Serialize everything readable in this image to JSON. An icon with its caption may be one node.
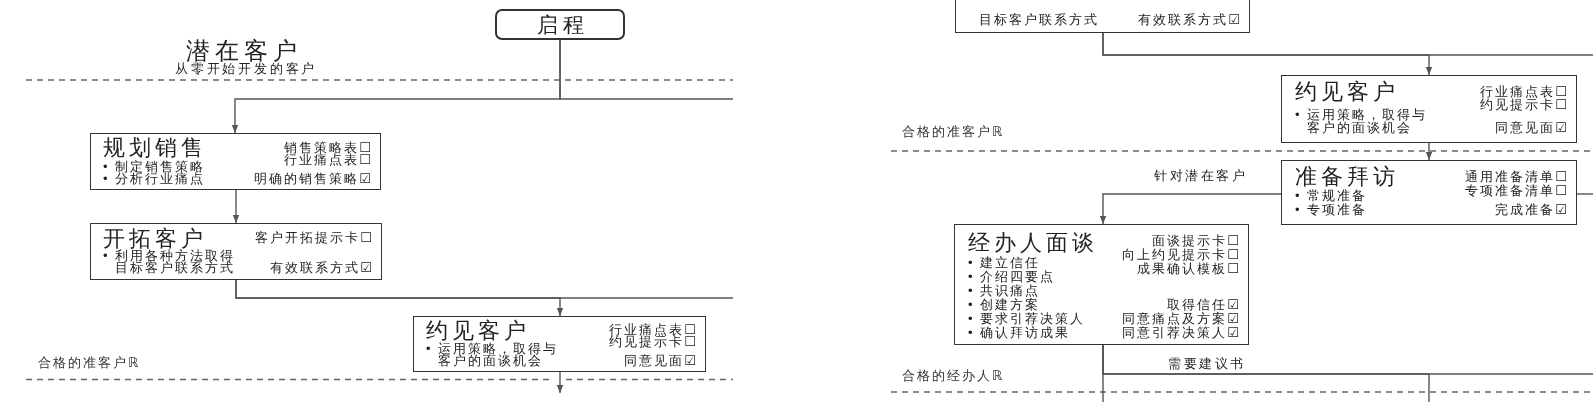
{
  "diagram": {
    "nodes": [
      {
        "text": [
          "启程"
        ]
      },
      {
        "text": [
          "规划销售",
          "• 制定销售策略",
          "• 分析行业痛点",
          "销售策略表☐",
          "行业痛点表☐",
          "明确的销售策略☑"
        ]
      },
      {
        "text": [
          "开拓客户",
          "• 利用各种方法取得目标客户联系方式",
          "客户开拓提示卡☐",
          "有效联系方式☑"
        ]
      },
      {
        "text": [
          "约见客户",
          "• 运用策略，取得与客户的面谈机会",
          "行业痛点表☐",
          "约见提示卡☐",
          "同意见面☑"
        ]
      },
      {
        "text": [
          "目标客户联系方式",
          "有效联系方式☑"
        ]
      },
      {
        "text": [
          "约见客户",
          "• 运用策略，取得与客户的面谈机会",
          "行业痛点表☐",
          "约见提示卡☐",
          "同意见面☑"
        ]
      },
      {
        "text": [
          "准备拜访",
          "• 常规准备",
          "• 专项准备",
          "通用准备清单☐",
          "专项准备清单☐",
          "完成准备☑"
        ]
      },
      {
        "text": [
          "经办人面谈",
          "• 建立信任",
          "• 介绍四要点",
          "• 共识痛点",
          "• 创建方案",
          "• 要求引荐决策人",
          "• 确认拜访成果",
          "面谈提示卡☐",
          "向上约见提示卡☐",
          "成果确认模板☐",
          "取得信任☑",
          "同意痛点及方案☑",
          "同意引荐决策人☑"
        ]
      }
    ],
    "edges": [
      {
        "from": 0,
        "to": 1,
        "arrow": "to"
      },
      {
        "from": 0,
        "to": null,
        "arrow": "none"
      },
      {
        "from": 1,
        "to": 2,
        "arrow": "to"
      },
      {
        "from": 2,
        "to": 3,
        "arrow": "to"
      },
      {
        "from": 2,
        "to": null,
        "arrow": "none"
      },
      {
        "from": 3,
        "to": null,
        "arrow": "to"
      },
      {
        "from": 4,
        "to": 5,
        "arrow": "to"
      },
      {
        "from": 4,
        "to": null,
        "arrow": "none"
      },
      {
        "from": 5,
        "to": 6,
        "arrow": "to"
      },
      {
        "from": 6,
        "to": 7,
        "arrow": "to",
        "label": "针对潜在客户"
      },
      {
        "from": 6,
        "to": null,
        "arrow": "none"
      },
      {
        "from": 7,
        "to": null,
        "arrow": "none"
      },
      {
        "from": 7,
        "to": null,
        "arrow": "none",
        "label": "需要建议书"
      },
      {
        "from": 7,
        "to": null,
        "arrow": "none"
      }
    ],
    "labels": [
      "潜在客户",
      "从零开始开发的客户",
      "合格的准客户ℝ",
      "合格的准客户ℝ",
      "合格的经办人ℝ"
    ]
  }
}
